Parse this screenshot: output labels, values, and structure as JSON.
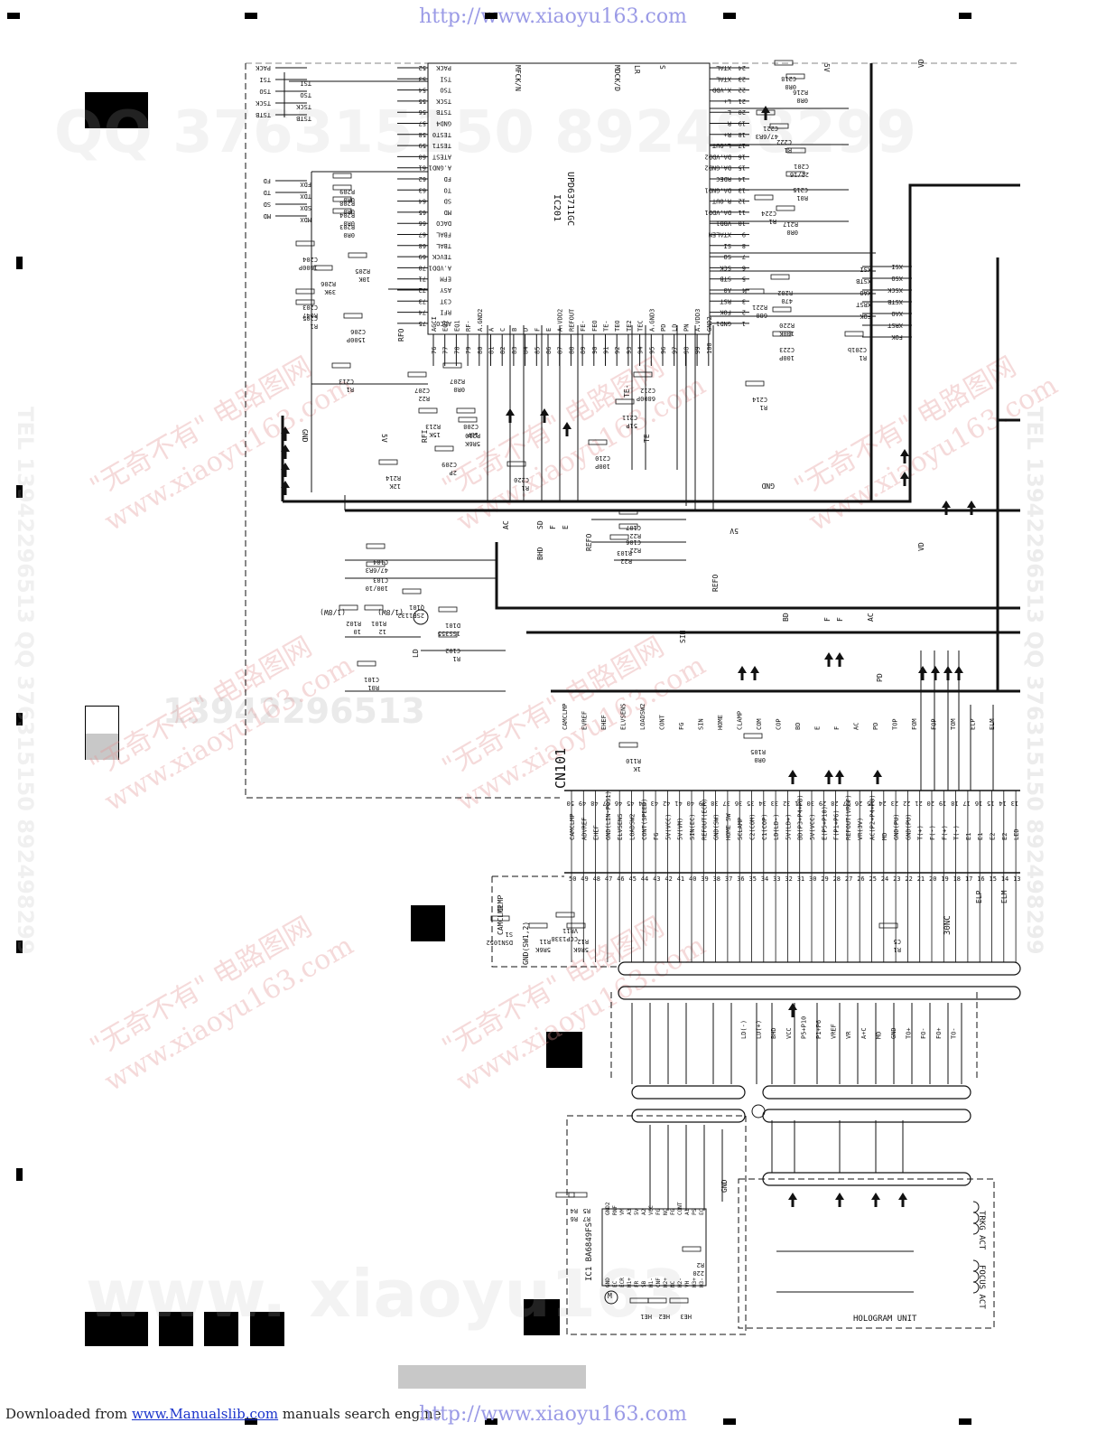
{
  "header": {
    "url": "http://www.xiaoyu163.com"
  },
  "footer": {
    "url": "http://www.xiaoyu163.com",
    "downloaded_prefix": "Downloaded from",
    "downloaded_link": "www.Manualslib.com",
    "downloaded_suffix": " manuals search engine"
  },
  "watermarks": {
    "qq_line": "QQ 376315150  892498299",
    "tel_line": "TEL 13942296513  QQ 376315150  892498299",
    "cn_line": "\"无奇不有\" 电路图网",
    "site_line": "www.xiaoyu163.com",
    "phone_line": "13942296513",
    "big_line": "www. xiaoyu163"
  },
  "ic201": {
    "name": "IC201",
    "part": "UPD63711GC"
  },
  "ic101": {
    "name": "IC1 BA6849FS"
  },
  "connector": {
    "name": "CN101"
  },
  "hologram": {
    "label": "HOLOGRAM UNIT",
    "trkg": "TRKG ACT",
    "focus": "FOCUS ACT",
    "carrier": "30NC"
  },
  "ic_pins_left": [
    {
      "n": "52",
      "s": "PACK"
    },
    {
      "n": "53",
      "s": "TSI"
    },
    {
      "n": "54",
      "s": "TSO"
    },
    {
      "n": "55",
      "s": "TSCK"
    },
    {
      "n": "56",
      "s": "TSTB"
    },
    {
      "n": "57",
      "s": "GND4"
    },
    {
      "n": "58",
      "s": "TEST0"
    },
    {
      "n": "59",
      "s": "TEST1"
    },
    {
      "n": "60",
      "s": "ATEST"
    },
    {
      "n": "61",
      "s": "A.GND1"
    },
    {
      "n": "62",
      "s": "FD"
    },
    {
      "n": "63",
      "s": "TO"
    },
    {
      "n": "64",
      "s": "SD"
    },
    {
      "n": "65",
      "s": "MD"
    },
    {
      "n": "66",
      "s": "DACO"
    },
    {
      "n": "67",
      "s": "FBAL"
    },
    {
      "n": "68",
      "s": "TBAL"
    },
    {
      "n": "69",
      "s": "TEVCK"
    },
    {
      "n": "70",
      "s": "A.VDD1"
    },
    {
      "n": "71",
      "s": "EFM"
    },
    {
      "n": "72",
      "s": "ASY"
    },
    {
      "n": "73",
      "s": "C3T"
    },
    {
      "n": "74",
      "s": "RFI"
    },
    {
      "n": "75",
      "s": "AGCO"
    }
  ],
  "ic_pins_bottom": [
    {
      "n": "76",
      "s": "AGCI"
    },
    {
      "n": "77",
      "s": "EQ2"
    },
    {
      "n": "78",
      "s": "EQ1"
    },
    {
      "n": "79",
      "s": "RF-"
    },
    {
      "n": "80",
      "s": "A.GND2"
    },
    {
      "n": "81",
      "s": "A"
    },
    {
      "n": "82",
      "s": "C"
    },
    {
      "n": "83",
      "s": "B"
    },
    {
      "n": "84",
      "s": "D"
    },
    {
      "n": "85",
      "s": "F"
    },
    {
      "n": "86",
      "s": "E"
    },
    {
      "n": "87",
      "s": "A.VDD2"
    },
    {
      "n": "88",
      "s": "REFOUT"
    },
    {
      "n": "89",
      "s": "FE-"
    },
    {
      "n": "90",
      "s": "FEO"
    },
    {
      "n": "91",
      "s": "TE-"
    },
    {
      "n": "92",
      "s": "TEO"
    },
    {
      "n": "93",
      "s": "TE2"
    },
    {
      "n": "94",
      "s": "TEC"
    },
    {
      "n": "95",
      "s": "A.GND3"
    },
    {
      "n": "96",
      "s": "PD"
    },
    {
      "n": "97",
      "s": "LD"
    },
    {
      "n": "98",
      "s": "PN"
    },
    {
      "n": "99",
      "s": "A.VDD3"
    },
    {
      "n": "100",
      "s": "GND2"
    }
  ],
  "ic_pins_right": [
    {
      "n": "24",
      "s": "XTAL"
    },
    {
      "n": "23",
      "s": "XTAL"
    },
    {
      "n": "22",
      "s": "X.VDD"
    },
    {
      "n": "21",
      "s": "L+"
    },
    {
      "n": "20",
      "s": "L-"
    },
    {
      "n": "19",
      "s": "R-"
    },
    {
      "n": "18",
      "s": "R+"
    },
    {
      "n": "17",
      "s": "L.OUT"
    },
    {
      "n": "16",
      "s": "DA.VDD2"
    },
    {
      "n": "15",
      "s": "DA.GND2"
    },
    {
      "n": "14",
      "s": "RDEC"
    },
    {
      "n": "13",
      "s": "DA.GND1"
    },
    {
      "n": "12",
      "s": "R.OUT"
    },
    {
      "n": "11",
      "s": "DA.VDD1"
    },
    {
      "n": "10",
      "s": "VDD1"
    },
    {
      "n": "9",
      "s": "XTALEN"
    },
    {
      "n": "8",
      "s": "SI"
    },
    {
      "n": "7",
      "s": "SO"
    },
    {
      "n": "6",
      "s": "SCK"
    },
    {
      "n": "5",
      "s": "STB"
    },
    {
      "n": "4",
      "s": "A0"
    },
    {
      "n": "3",
      "s": "RST"
    },
    {
      "n": "2",
      "s": "FOK"
    },
    {
      "n": "1",
      "s": "GND1"
    }
  ],
  "cn_pins": [
    {
      "n": "50",
      "s": "CAMCLMP"
    },
    {
      "n": "49",
      "s": "ADVREF"
    },
    {
      "n": "48",
      "s": "EHEF"
    },
    {
      "n": "47",
      "s": "GND(LIN-POS1)"
    },
    {
      "n": "46",
      "s": "ELVSENS"
    },
    {
      "n": "45",
      "s": "LOADSW2"
    },
    {
      "n": "44",
      "s": "CONT(SPEED)"
    },
    {
      "n": "43",
      "s": "FG"
    },
    {
      "n": "42",
      "s": "5V(VCC)"
    },
    {
      "n": "41",
      "s": "5V(VM)"
    },
    {
      "n": "40",
      "s": "SIN(EC)"
    },
    {
      "n": "39",
      "s": "REFOUT(ECR)"
    },
    {
      "n": "38",
      "s": "GND(SW)"
    },
    {
      "n": "37",
      "s": "HOME SW"
    },
    {
      "n": "36",
      "s": "SCLAMP"
    },
    {
      "n": "35",
      "s": "C2(COM)"
    },
    {
      "n": "34",
      "s": "C1(COP)"
    },
    {
      "n": "33",
      "s": "LD(LD-)"
    },
    {
      "n": "32",
      "s": "5V(LD+)"
    },
    {
      "n": "31",
      "s": "BD(P3+P4+P8)"
    },
    {
      "n": "30",
      "s": "5V(VCC)"
    },
    {
      "n": "29",
      "s": "E(P5+P10)"
    },
    {
      "n": "28",
      "s": "F(P1+P6)"
    },
    {
      "n": "27",
      "s": "REFOUT(VREF)"
    },
    {
      "n": "26",
      "s": "VR(3V)"
    },
    {
      "n": "25",
      "s": "AC(P2+P4+P9)"
    },
    {
      "n": "24",
      "s": "MD"
    },
    {
      "n": "23",
      "s": "GND(PU)"
    },
    {
      "n": "22",
      "s": "GND(PU)"
    },
    {
      "n": "21",
      "s": "T(+)"
    },
    {
      "n": "20",
      "s": "F(-)"
    },
    {
      "n": "19",
      "s": "F(+)"
    },
    {
      "n": "18",
      "s": "T(-)"
    },
    {
      "n": "17",
      "s": "E1"
    },
    {
      "n": "16",
      "s": "E1"
    },
    {
      "n": "15",
      "s": "E2"
    },
    {
      "n": "14",
      "s": "E2"
    },
    {
      "n": "13",
      "s": "LED"
    }
  ],
  "cn_upper_signals": [
    "CAMCLMP",
    "EVREF",
    "EHEF",
    "ELVSENS",
    "LOADSW2",
    "CONT",
    "FG",
    "SIN",
    "HOME",
    "CLAMP",
    "COM",
    "COP",
    "BD",
    "E",
    "F",
    "AC",
    "PD",
    "TOP",
    "FOM",
    "FOP",
    "TOM",
    "ELP",
    "ELM"
  ],
  "pickup_signals": [
    "LD(-)",
    "LD(+)",
    "BHD",
    "VCC",
    "P5+P10",
    "P1+P6",
    "VREF",
    "VR",
    "A+C",
    "MD",
    "GND",
    "TO+",
    "FO-",
    "FO+",
    "TO-"
  ],
  "motor_ic_pins": [
    "GND2",
    "RNF",
    "VM",
    "A3",
    "5V",
    "A2",
    "VCC",
    "FG",
    "NC",
    "FG",
    "CONT",
    "A1",
    "PS",
    "EC",
    "GND",
    "EC",
    "ECR",
    "H1+",
    "FR",
    "SB",
    "H1-",
    "CNF",
    "H2+",
    "NC",
    "H2-",
    "VH",
    "H3+",
    "H3-"
  ],
  "left_signals": [
    "PACK",
    "TSI",
    "TSO",
    "TSCK",
    "TSTB",
    "FD",
    "TD",
    "SD",
    "MD"
  ],
  "left_sig_nets": [
    "TSI",
    "TSO",
    "TSCK",
    "TSTB",
    "FDX",
    "TDX",
    "SDX",
    "MDX"
  ],
  "right_signals": [
    "XSI",
    "XSO",
    "XSCK",
    "XSTB",
    "XAO",
    "XRST",
    "FOK"
  ],
  "right_sig_nets": [
    "XSI",
    "XSTB",
    "XAO",
    "XRST",
    "FOK"
  ],
  "components": [
    {
      "ref": "R209",
      "val": "0R0"
    },
    {
      "ref": "R208",
      "val": "0R0"
    },
    {
      "ref": "R204",
      "val": "0R0"
    },
    {
      "ref": "R203",
      "val": "0R0"
    },
    {
      "ref": "C204",
      "val": "1800P"
    },
    {
      "ref": "R205",
      "val": "10K"
    },
    {
      "ref": "R206",
      "val": "39K"
    },
    {
      "ref": "C203",
      "val": "R047"
    },
    {
      "ref": "C205",
      "val": "R1"
    },
    {
      "ref": "C206",
      "val": "1500P"
    },
    {
      "ref": "C213",
      "val": "R1"
    },
    {
      "ref": "C207",
      "val": "R22"
    },
    {
      "ref": "R207",
      "val": "0R0"
    },
    {
      "ref": "C208",
      "val": "18P"
    },
    {
      "ref": "R213",
      "val": "15K"
    },
    {
      "ref": "R210",
      "val": "5R6K"
    },
    {
      "ref": "C209",
      "val": "2P"
    },
    {
      "ref": "R214",
      "val": "12K"
    },
    {
      "ref": "C220",
      "val": "R1"
    },
    {
      "ref": "C210",
      "val": "100P"
    },
    {
      "ref": "C211",
      "val": "51P"
    },
    {
      "ref": "C212",
      "val": "6800P"
    },
    {
      "ref": "C214",
      "val": "R1"
    },
    {
      "ref": "C218",
      "val": "0R0"
    },
    {
      "ref": "R216",
      "val": "0R0"
    },
    {
      "ref": "C221",
      "val": "47/6R3"
    },
    {
      "ref": "C222",
      "val": "R1"
    },
    {
      "ref": "C201",
      "val": "22/16"
    },
    {
      "ref": "C215",
      "val": "R01"
    },
    {
      "ref": "C224",
      "val": "R1"
    },
    {
      "ref": "R217",
      "val": "0R0"
    },
    {
      "ref": "R202",
      "val": "470"
    },
    {
      "ref": "R221",
      "val": "680"
    },
    {
      "ref": "R220",
      "val": "100K"
    },
    {
      "ref": "C223",
      "val": "100P"
    },
    {
      "ref": "C201b",
      "val": "R1"
    },
    {
      "ref": "C107",
      "val": "R22"
    },
    {
      "ref": "C106",
      "val": "R22"
    },
    {
      "ref": "R103",
      "val": "R22"
    },
    {
      "ref": "C104",
      "val": "47/6R3"
    },
    {
      "ref": "C103",
      "val": "100/10"
    },
    {
      "ref": "R102",
      "val": "10"
    },
    {
      "ref": "R101",
      "val": "12"
    },
    {
      "ref": "Q101",
      "val": "2SB1132"
    },
    {
      "ref": "D101",
      "val": "1SS355"
    },
    {
      "ref": "C102",
      "val": "R1"
    },
    {
      "ref": "C101",
      "val": "R01"
    },
    {
      "ref": "R110",
      "val": "1K"
    },
    {
      "ref": "R105",
      "val": "0R0"
    },
    {
      "ref": "VR11",
      "val": "CCP1338"
    },
    {
      "ref": "R11",
      "val": "5R6K"
    },
    {
      "ref": "R12",
      "val": "5R6K"
    },
    {
      "ref": "S1",
      "val": "DSN1052"
    },
    {
      "ref": "C5",
      "val": "R1"
    },
    {
      "ref": "R4",
      "val": "R6"
    },
    {
      "ref": "R5",
      "val": "R7"
    },
    {
      "ref": "R2",
      "val": "220"
    },
    {
      "ref": "HE1",
      "val": ""
    },
    {
      "ref": "HE2",
      "val": ""
    },
    {
      "ref": "HE3",
      "val": ""
    }
  ],
  "misc_labels": {
    "gnd": "GND",
    "v5": "5V",
    "vd": "VD",
    "rfo": "RFO",
    "rfi": "RFI",
    "te": "TE",
    "tef": "TE-",
    "mfck": "MFCK/N",
    "mdck": "MDCK/D",
    "lr": "LR",
    "s": "S",
    "xtal": "XTAL",
    "refo": "REFO",
    "sin": "SIN",
    "ld": "LD",
    "bd": "BD",
    "ac": "AC",
    "pd": "PD",
    "sd": "SD",
    "f": "F",
    "e": "E",
    "bhd": "BHD",
    "ld_q": "LD",
    "elvsens": "ELVSENS",
    "cont": "CONT",
    "gnd_sw": "GND(SW1,2)",
    "camclmp_sw": "CAMCLMP",
    "clmp": "CLMP",
    "elp": "ELP",
    "elm": "ELM",
    "pd_small": "PD",
    "mw": "(1/8W)",
    "mw2": "(1/8W)",
    "gnd_motor": "GND",
    "m": "M"
  },
  "colors": {
    "ink": "#111111",
    "url": "#9a9ae6",
    "link": "#1a33cc",
    "grey_block": "#c8c8c8"
  }
}
